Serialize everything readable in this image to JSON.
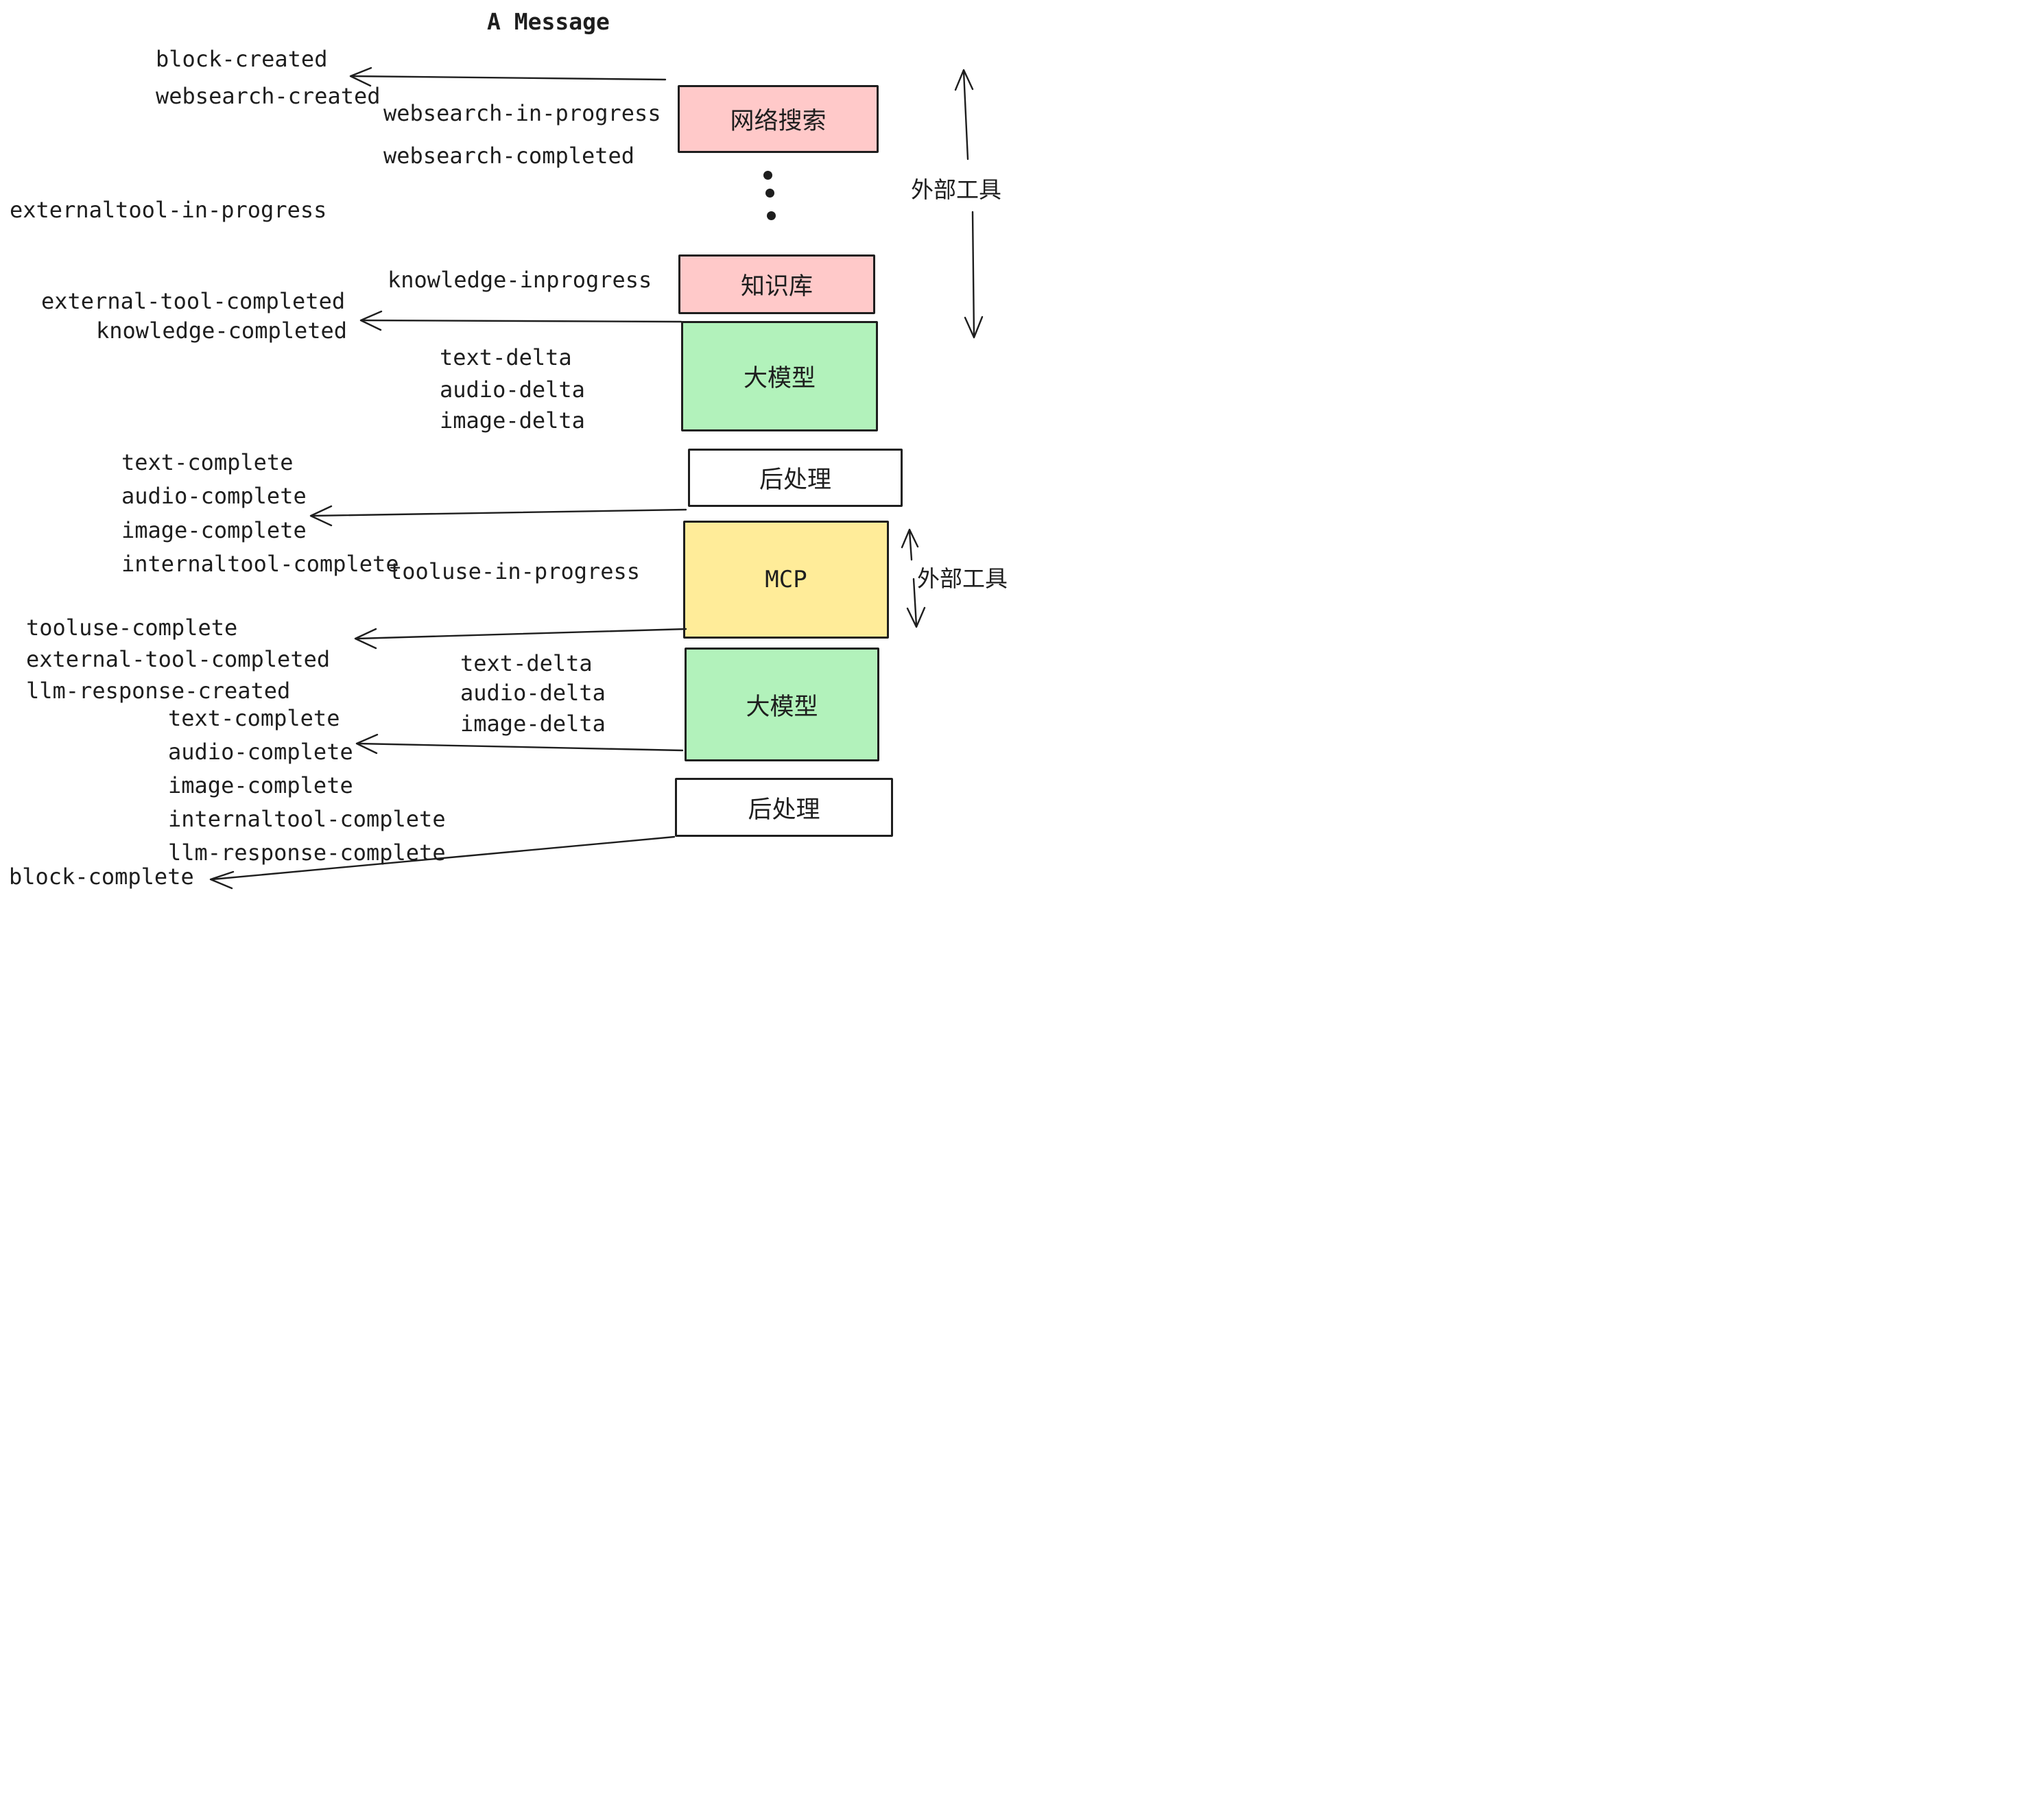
{
  "page": {
    "title": "A Message"
  },
  "colors": {
    "pink": "#ffc9c9",
    "green": "#b2f2bb",
    "yellow": "#ffec99",
    "white": "#ffffff",
    "stroke": "#1e1e1e"
  },
  "boxes": {
    "websearch": "网络搜索",
    "knowledge": "知识库",
    "llm": "大模型",
    "postprocess": "后处理",
    "mcp": "MCP"
  },
  "side_labels": {
    "external_tools": "外部工具"
  },
  "events": {
    "block_created": "block-created",
    "websearch_created": "websearch-created",
    "websearch_in_progress": "websearch-in-progress",
    "websearch_completed": "websearch-completed",
    "externaltool_in_progress": "externaltool-in-progress",
    "knowledge_inprogress": "knowledge-inprogress",
    "external_tool_completed": "external-tool-completed",
    "knowledge_completed": "knowledge-completed",
    "text_delta": "text-delta",
    "audio_delta": "audio-delta",
    "image_delta": "image-delta",
    "text_complete": "text-complete",
    "audio_complete": "audio-complete",
    "image_complete": "image-complete",
    "internaltool_complete": "internaltool-complete",
    "tooluse_in_progress": "tooluse-in-progress",
    "tooluse_complete": "tooluse-complete",
    "llm_response_created": "llm-response-created",
    "llm_response_complete": "llm-response-complete",
    "block_complete": "block-complete"
  }
}
